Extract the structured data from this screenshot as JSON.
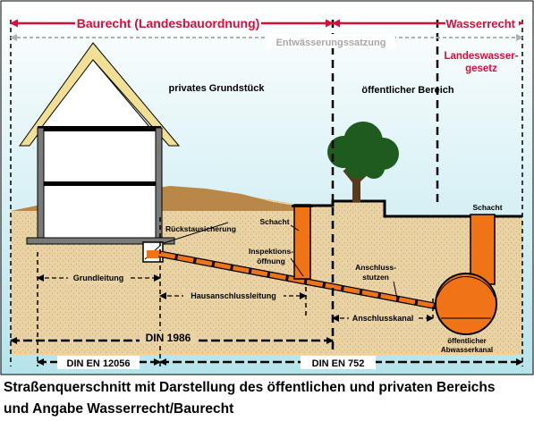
{
  "labels": {
    "baurecht": "Baurecht (Landesbauordnung)",
    "wasserrecht": "Wasserrecht",
    "entwaesserung": "Entwässerungssatzung",
    "landeswasser_1": "Landeswasser-",
    "landeswasser_2": "gesetz",
    "privat": "privates Grundstück",
    "oeffentlich": "öffentlicher Bereich",
    "schacht_left": "Schacht",
    "schacht_right": "Schacht",
    "rueckstau": "Rückstausicherung",
    "inspektion_1": "Inspektions-",
    "inspektion_2": "öffnung",
    "anschluss_1": "Anschluss-",
    "anschluss_2": "stutzen",
    "grundleitung": "Grundleitung",
    "hausanschluss": "Hausanschlussleitung",
    "anschlusskanal": "Anschlusskanal",
    "din1986": "DIN 1986",
    "oeff_kanal_1": "öffentlicher",
    "oeff_kanal_2": "Abwasserkanal",
    "din12056": "DIN EN 12056",
    "din752": "DIN EN 752"
  },
  "caption": {
    "line1": "Straßenquerschnitt mit Darstellung des öffentlichen und privaten Bereichs",
    "line2": "und Angabe Wasserrecht/Baurecht"
  },
  "colors": {
    "red": "#d4103a",
    "pipe": "#f07316",
    "soil": "#e9d3a4",
    "hill": "#b98849",
    "roof": "#f0df95",
    "sky_top": "#ffffff",
    "sky_bottom": "#b6e4ec"
  }
}
